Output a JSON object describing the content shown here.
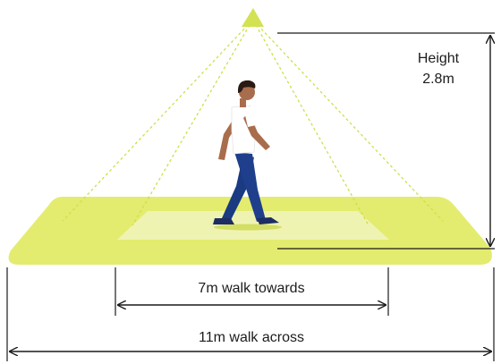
{
  "height_label": "Height",
  "height_value": "2.8m",
  "walk_towards_label": "7m walk towards",
  "walk_across_label": "11m walk across",
  "colors": {
    "floor_outer": "#e3ec6f",
    "floor_inner": "#eff3b2",
    "sensor": "#d2e253",
    "beam_lines": "#cfdf4a",
    "dimension_lines": "#1a1a1a",
    "shirt": "#ffffff",
    "jeans": "#1f3f8c",
    "shoes": "#1e2d63",
    "skin": "#a86d4c",
    "hair": "#2a1a14"
  },
  "icons": {
    "sensor": "ceiling-motion-sensor-icon",
    "person": "walking-person-icon"
  }
}
